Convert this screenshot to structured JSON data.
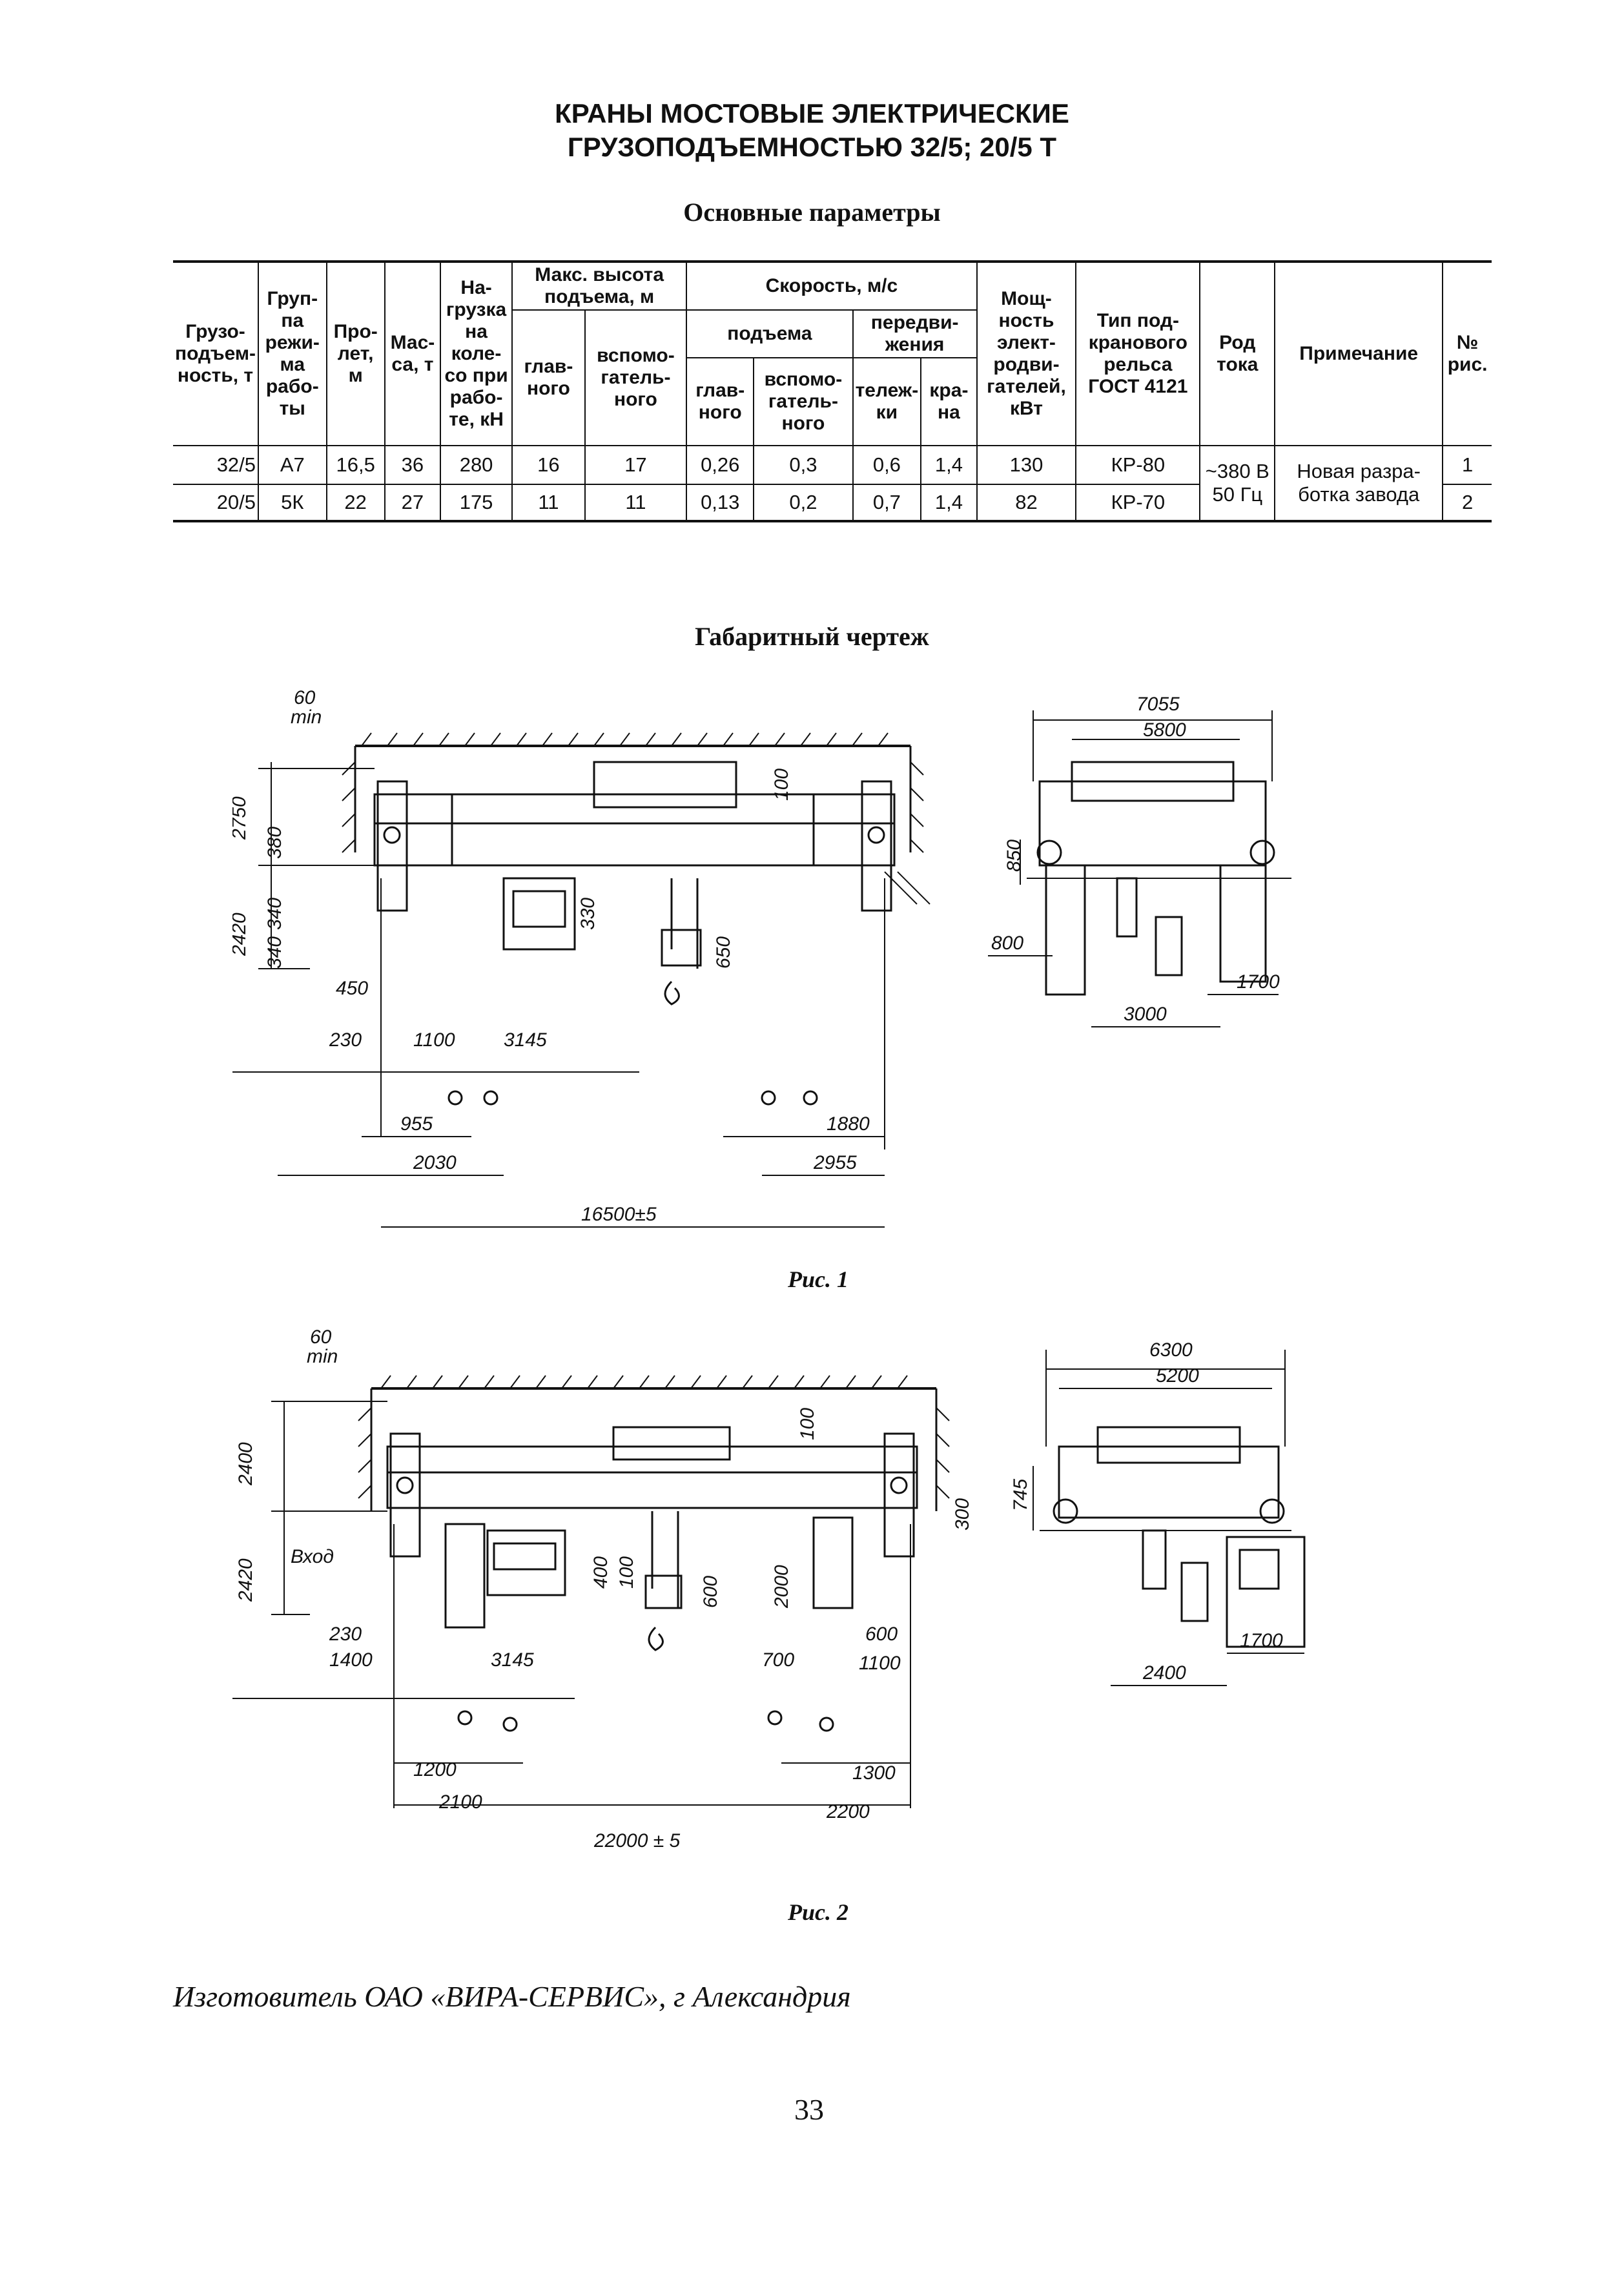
{
  "header": {
    "title_line1": "КРАНЫ МОСТОВЫЕ ЭЛЕКТРИЧЕСКИЕ",
    "title_line2": "ГРУЗОПОДЪЕМНОСТЬЮ 32/5; 20/5 Т",
    "params_heading": "Основные параметры",
    "drawing_heading": "Габаритный чертеж"
  },
  "table": {
    "h_capacity": "Грузо-подъем-ность, т",
    "h_group": "Груп-па режи-ма рабо-ты",
    "h_span": "Про-лет, м",
    "h_mass": "Мас-са, т",
    "h_load": "На-грузка на коле-со при рабо-те, кН",
    "h_height": "Макс. высота подъема, м",
    "h_height_main": "глав-ного",
    "h_height_aux": "вспомо-гатель-ного",
    "h_speed": "Скорость, м/с",
    "h_lift": "подъема",
    "h_lift_main": "глав-ного",
    "h_lift_aux": "вспомо-гатель-ного",
    "h_travel": "передви-жения",
    "h_travel_trolley": "тележ-ки",
    "h_travel_crane": "кра-на",
    "h_power": "Мощ-ность элект-родви-гателей, кВт",
    "h_rail": "Тип под-кранового рельса ГОСТ 4121",
    "h_current": "Род тока",
    "h_note": "Примечание",
    "h_fig": "№ рис.",
    "rows": [
      {
        "capacity": "32/5",
        "group": "А7",
        "span": "16,5",
        "mass": "36",
        "load": "280",
        "h_main": "16",
        "h_aux": "17",
        "v_main": "0,26",
        "v_aux": "0,3",
        "v_trolley": "0,6",
        "v_crane": "1,4",
        "power": "130",
        "rail": "КР-80",
        "fig": "1"
      },
      {
        "capacity": "20/5",
        "group": "5К",
        "span": "22",
        "mass": "27",
        "load": "175",
        "h_main": "11",
        "h_aux": "11",
        "v_main": "0,13",
        "v_aux": "0,2",
        "v_trolley": "0,7",
        "v_crane": "1,4",
        "power": "82",
        "rail": "КР-70",
        "fig": "2"
      }
    ],
    "current_line1": "~380 В",
    "current_line2": "50 Гц",
    "note_line1": "Новая разра-",
    "note_line2": "ботка завода"
  },
  "fig1": {
    "caption": "Рис. 1",
    "dims": {
      "d60": "60",
      "min": "min",
      "d2750": "2750",
      "d380": "380",
      "d2420": "2420",
      "d340a": "340",
      "d340b": "340",
      "d450": "450",
      "d230": "230",
      "d1100": "1100",
      "d3145": "3145",
      "d955": "955",
      "d2030": "2030",
      "d1880": "1880",
      "d2955": "2955",
      "d16500": "16500±5",
      "d100": "100",
      "d330": "330",
      "d650": "650",
      "d7055": "7055",
      "d5800": "5800",
      "d850": "850",
      "d800": "800",
      "d1700": "1700",
      "d3000": "3000"
    }
  },
  "fig2": {
    "caption": "Рис. 2",
    "dims": {
      "d60": "60",
      "min": "min",
      "d2400": "2400",
      "d2420": "2420",
      "vhod": "Вход",
      "d230": "230",
      "d1400": "1400",
      "d3145": "3145",
      "d1200": "1200",
      "d2100": "2100",
      "d1300": "1300",
      "d2200": "2200",
      "d22000": "22000 ± 5",
      "d100": "100",
      "d400": "400",
      "d100b": "100",
      "d600": "600",
      "d2000": "2000",
      "d300": "300",
      "d700": "700",
      "d600b": "600",
      "d1100": "1100",
      "d6300": "6300",
      "d5200": "5200",
      "d745": "745",
      "d1700": "1700",
      "d2400b": "2400"
    }
  },
  "footer": {
    "maker": "Изготовитель  ОАО «ВИРА-СЕРВИС», г  Александрия",
    "page_number": "33"
  }
}
